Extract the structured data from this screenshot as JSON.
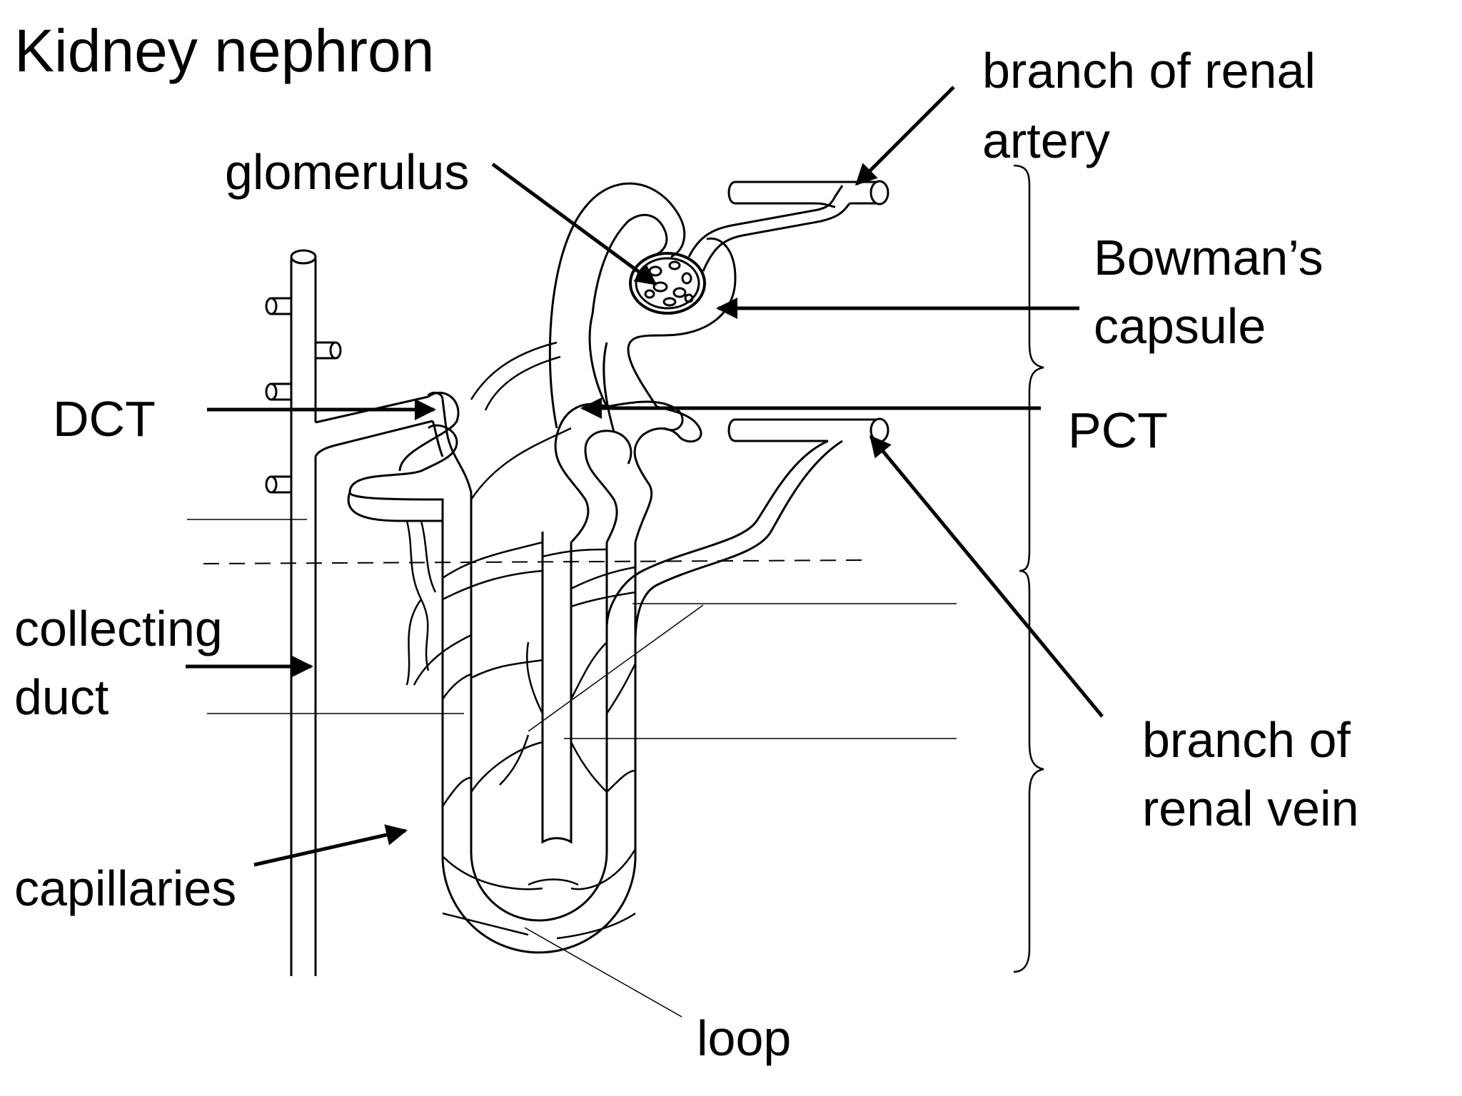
{
  "title": "Kidney nephron",
  "labels": {
    "glomerulus": "glomerulus",
    "artery_line1": "branch of renal",
    "artery_line2": "artery",
    "bowman_line1": "Bowman’s",
    "bowman_line2": "capsule",
    "dct": "DCT",
    "pct": "PCT",
    "collecting_line1": "collecting",
    "collecting_line2": "duct",
    "vein_line1": "branch of",
    "vein_line2": "renal vein",
    "capillaries": "capillaries",
    "loop": "loop"
  },
  "colors": {
    "ink": "#000000",
    "paper": "#ffffff"
  }
}
